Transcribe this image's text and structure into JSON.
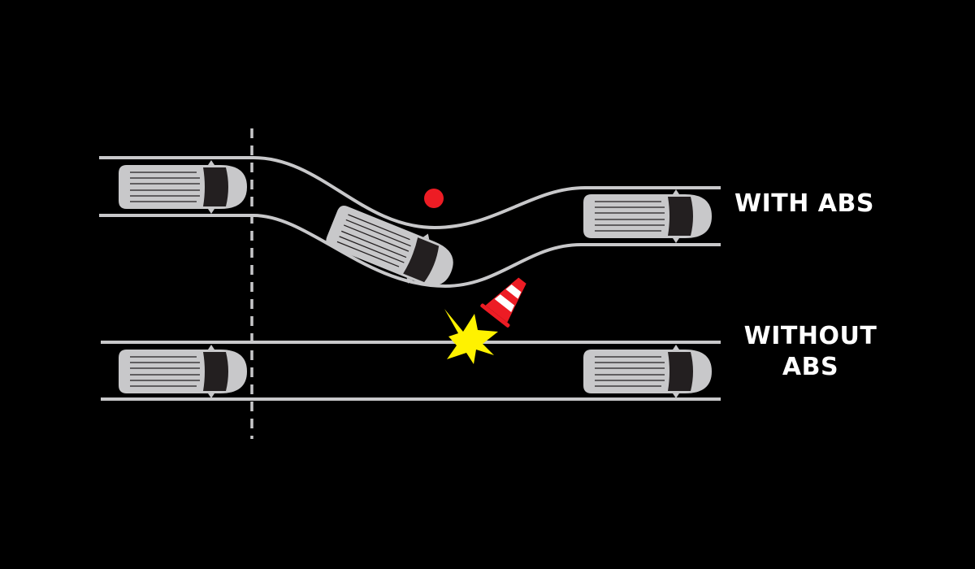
{
  "labels": {
    "with_abs": "WITH ABS",
    "without_abs_line1": "WITHOUT",
    "without_abs_line2": "ABS"
  },
  "colors": {
    "background": "#000000",
    "road_line": "#c8c8ca",
    "car_body": "#c8c8ca",
    "windshield": "#231f20",
    "obstacle_dot": "#ed1c24",
    "cone_red": "#ed1c24",
    "cone_white": "#ffffff",
    "impact_star": "#fff200",
    "text": "#ffffff"
  },
  "icons": [
    "car-icon",
    "traffic-cone-icon",
    "impact-star-icon",
    "obstacle-dot-icon"
  ]
}
